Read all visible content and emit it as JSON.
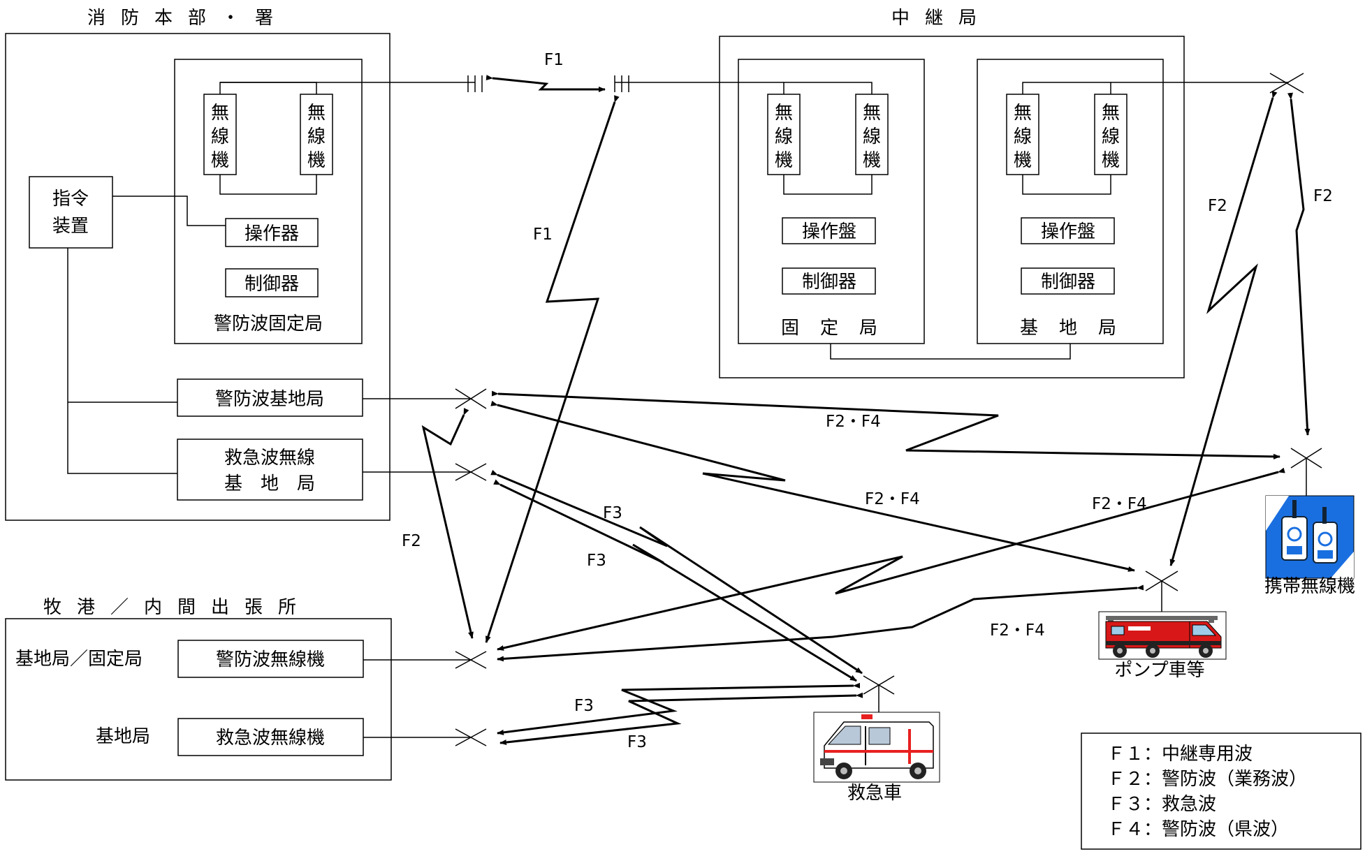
{
  "groups": {
    "hq_title": "消防本部・署",
    "relay_title": "中継局",
    "branch_title": "牧港／内間出張所"
  },
  "hq": {
    "command_unit": [
      "指令",
      "装置"
    ],
    "radio": [
      "無",
      "線",
      "機"
    ],
    "operator": "操作器",
    "controller": "制御器",
    "fixed_station": "警防波固定局",
    "base_station": "警防波基地局",
    "ems_station": [
      "救急波無線",
      "基　地　局"
    ]
  },
  "relay": {
    "radio": [
      "無",
      "線",
      "機"
    ],
    "console": "操作盤",
    "controller": "制御器",
    "fixed_label": "固定局",
    "base_label": "基地局"
  },
  "branch": {
    "row1_label": "基地局／固定局",
    "row1_device": "警防波無線機",
    "row2_label": "基地局",
    "row2_device": "救急波無線機"
  },
  "links": {
    "f1_top": "F1",
    "f1_mid": "F1",
    "f2_right_a": "F2",
    "f2_right_b": "F2",
    "f2_left": "F2",
    "f24_a": "F2・F4",
    "f24_b": "F2・F4",
    "f24_c": "F2・F4",
    "f24_d": "F2・F4",
    "f3_a": "F3",
    "f3_b": "F3",
    "f3_c": "F3",
    "f3_d": "F3"
  },
  "vehicles": {
    "portable": "携帯無線機",
    "pump": "ポンプ車等",
    "ambulance": "救急車"
  },
  "legend": [
    "Ｆ１：中継専用波",
    "Ｆ２：警防波（業務波）",
    "Ｆ３：救急波",
    "Ｆ４：警防波（県波）"
  ]
}
